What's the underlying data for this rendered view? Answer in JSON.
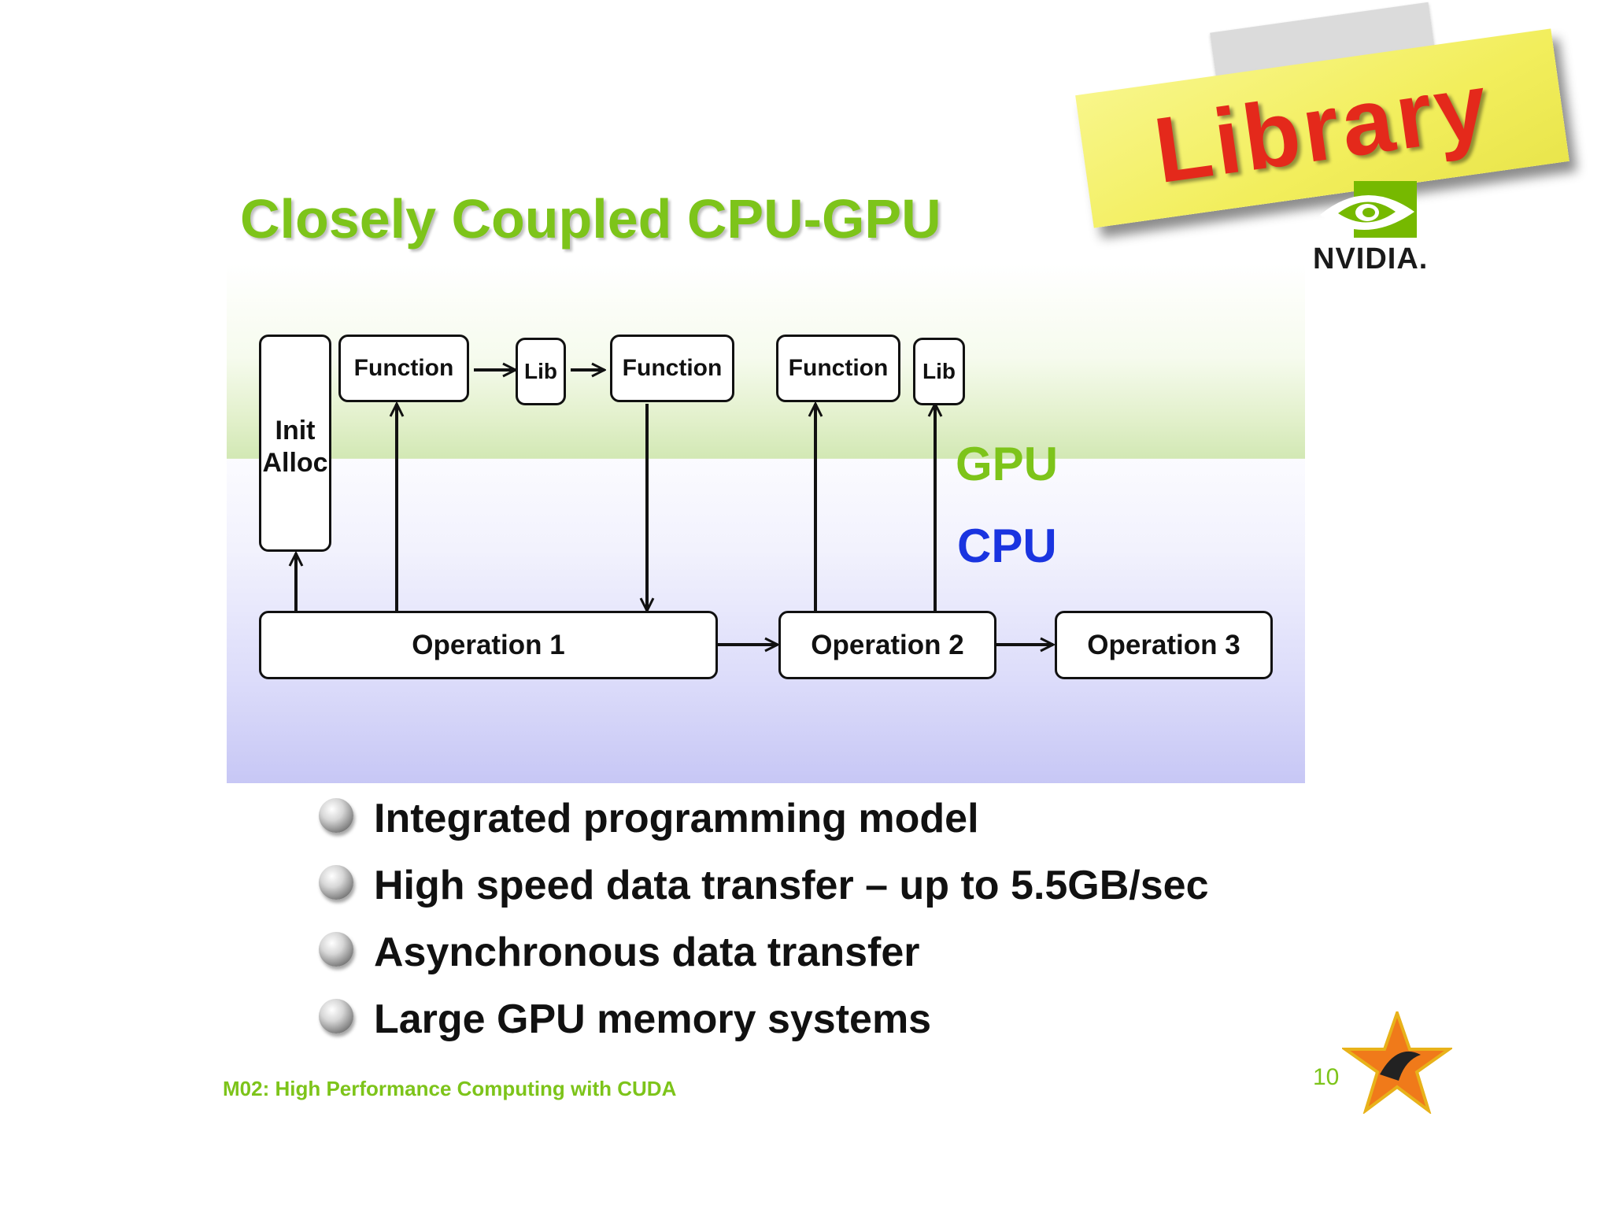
{
  "slide": {
    "title": "Closely Coupled CPU-GPU",
    "sticky_note": "Library",
    "brand": "NVIDIA.",
    "footer": "M02: High Performance Computing with CUDA",
    "page_number": "10",
    "colors": {
      "accent_green": "#7dc41a",
      "cpu_blue": "#1a34e0",
      "sticky_red": "#e4291b"
    }
  },
  "diagram": {
    "gpu_label": "GPU",
    "cpu_label": "CPU",
    "init_box": {
      "line1": "Init",
      "line2": "Alloc"
    },
    "gpu_boxes": [
      "Function",
      "Lib",
      "Function",
      "Function",
      "Lib"
    ],
    "cpu_boxes": [
      "Operation 1",
      "Operation 2",
      "Operation 3"
    ]
  },
  "bullets": [
    "Integrated programming model",
    "High speed data transfer – up to 5.5GB/sec",
    "Asynchronous data transfer",
    "Large GPU memory systems"
  ],
  "icons": {
    "bullet": "sphere-bullet-icon",
    "brand_logo": "nvidia-eye-logo",
    "partner_logo": "star-logo"
  }
}
